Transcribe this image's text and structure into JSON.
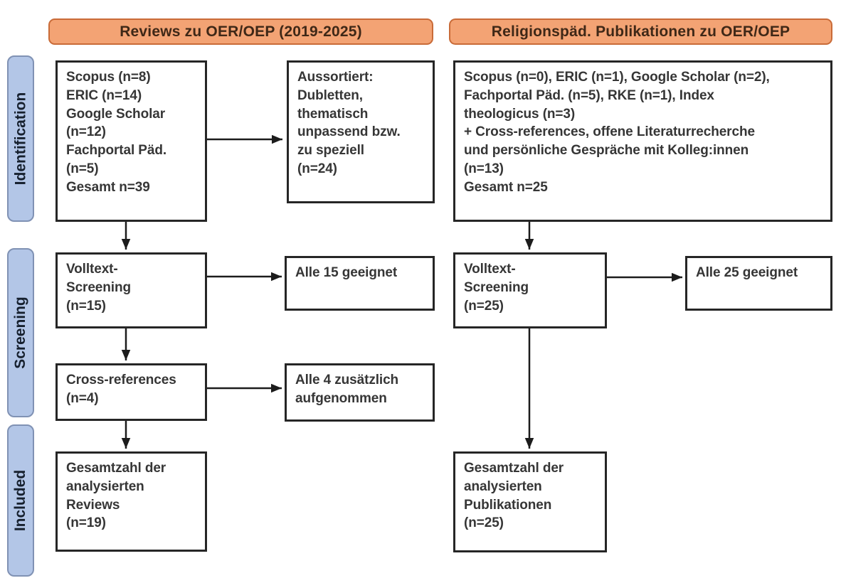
{
  "columns": {
    "left": {
      "header": "Reviews zu OER/OEP (2019-2025)",
      "identification_box": "Scopus (n=8)\nERIC (n=14)\nGoogle Scholar\n(n=12)\nFachportal Päd.\n(n=5)\nGesamt n=39",
      "excluded_box": "Aussortiert:\nDubletten,\nthematisch\nunpassend bzw.\nzu speziell\n(n=24)",
      "screening_box": "Volltext-\nScreening\n(n=15)",
      "eligible_box": "Alle 15 geeignet",
      "crossref_box": "Cross-references\n(n=4)",
      "added_box": "Alle 4 zusätzlich\naufgenommen",
      "included_box": "Gesamtzahl der\nanalysierten\nReviews\n(n=19)"
    },
    "right": {
      "header": "Religionspäd. Publikationen zu OER/OEP",
      "identification_box": "Scopus (n=0), ERIC (n=1), Google Scholar (n=2),\nFachportal Päd. (n=5), RKE (n=1), Index\ntheologicus (n=3)\n+ Cross-references, offene Literaturrecherche\nund persönliche Gespräche mit Kolleg:innen\n(n=13)\nGesamt n=25",
      "screening_box": "Volltext-\nScreening\n(n=25)",
      "eligible_box": "Alle 25 geeignet",
      "included_box": "Gesamtzahl der\nanalysierten\nPublikationen\n(n=25)"
    }
  },
  "stages": {
    "identification": "Identification",
    "screening": "Screening",
    "included": "Included"
  },
  "colors": {
    "header_bg": "#f3a374",
    "header_border": "#c96b38",
    "header_text": "#3f2817",
    "stage_bg": "#b3c6e7",
    "stage_border": "#8092b4",
    "stage_text": "#16202e",
    "box_border": "#262626",
    "box_text": "#363636",
    "arrow": "#1c1c1c"
  }
}
